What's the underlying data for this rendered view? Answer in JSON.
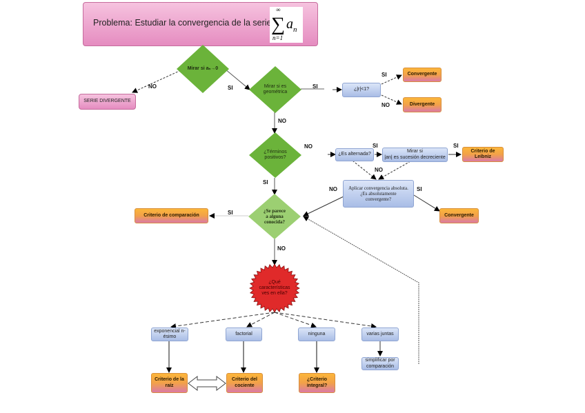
{
  "title": {
    "text": "Problema: Estudiar la convergencia de la serie",
    "formula": {
      "sigma": "∑",
      "upper": "∞",
      "lower": "n=1",
      "term": "a",
      "term_sub": "n"
    }
  },
  "nodes": {
    "mirar_limite": "Mirar si aₙ→0",
    "serie_divergente": "SERIE DIVERGENTE",
    "mirar_geometrica": "Mirar si es geométrica",
    "razon_menor_uno": "¿|r|<1?",
    "convergente_1": "Convergente",
    "divergente": "Divergente",
    "terminos_positivos": "¿Términos positivos?",
    "es_alternada": "¿Es alternada?",
    "mirar_decreciente_l1": "Mirar si",
    "mirar_decreciente_l2": "|an| es sucesión decreciente",
    "criterio_leibniz": "Criterio de Leibniz",
    "convergencia_absoluta_l1": "Aplicar convergencia absoluta.",
    "convergencia_absoluta_l2": "¿Es absolutamente convergente?",
    "convergente_2": "Convergente",
    "se_parece": "¿Se parece a alguna conocida?",
    "criterio_comparacion": "Criterio de comparación",
    "caracteristicas": "¿Qué características ves en ella?",
    "exponencial": "exponencial n-ésimo",
    "factorial": "factorial",
    "ninguna": "ninguna",
    "varias_juntas": "varias juntas",
    "simplificar": "simplificar por comparación",
    "criterio_raiz": "Criterio de la raíz",
    "criterio_cociente": "Criterio del cociente",
    "criterio_integral": "¿Criterio integral?"
  },
  "edge_labels": {
    "limite_no": "NO",
    "limite_si": "SI",
    "geometrica_si": "SI",
    "geometrica_no": "NO",
    "razon_si": "SI",
    "razon_no": "NO",
    "positivos_no": "NO",
    "positivos_si": "SI",
    "alternada_si": "SI",
    "decreciente_si": "SI",
    "alt_dec_no": "NO",
    "absoluta_no": "NO",
    "absoluta_si": "SI",
    "parece_si": "SI",
    "parece_no": "NO"
  },
  "colors": {
    "title_box": "#ee9fcb",
    "diamond_green": "#6bb33a",
    "diamond_light_green": "#9ccf72",
    "star_red": "#e02a2a",
    "result_orange": "#f7a83c",
    "process_blue": "#bccbee"
  }
}
